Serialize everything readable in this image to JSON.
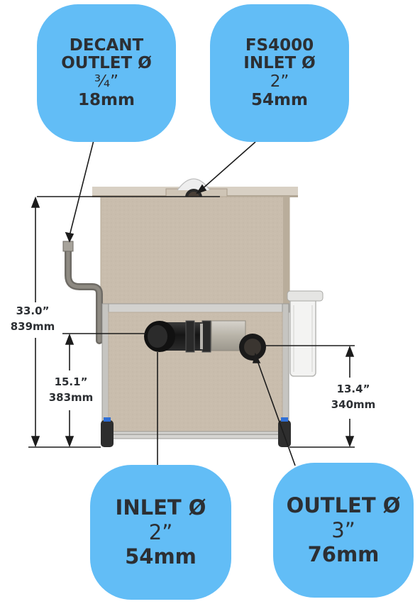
{
  "callouts": {
    "decant": {
      "l1": "DECANT",
      "l2": "OUTLET Ø",
      "l3": "¾”",
      "l4": "18mm"
    },
    "fs4000": {
      "l1": "FS4000",
      "l2": "INLET Ø",
      "l3": "2”",
      "l4": "54mm"
    },
    "inlet": {
      "l1": "INLET Ø",
      "l2": "2”",
      "l3": "54mm"
    },
    "outlet": {
      "l1": "OUTLET Ø",
      "l2": "3”",
      "l3": "76mm"
    }
  },
  "dimensions": {
    "overall": {
      "in": "33.0”",
      "mm": "839mm"
    },
    "inlet_height": {
      "in": "15.1”",
      "mm": "383mm"
    },
    "outlet_height": {
      "in": "13.4”",
      "mm": "340mm"
    }
  },
  "colors": {
    "callout_fill": "#62bdf6",
    "text": "#2c2f33",
    "tank_body": "#c8bcab",
    "frame": "#c9c9c6",
    "pipe": "#1b1b1b"
  }
}
